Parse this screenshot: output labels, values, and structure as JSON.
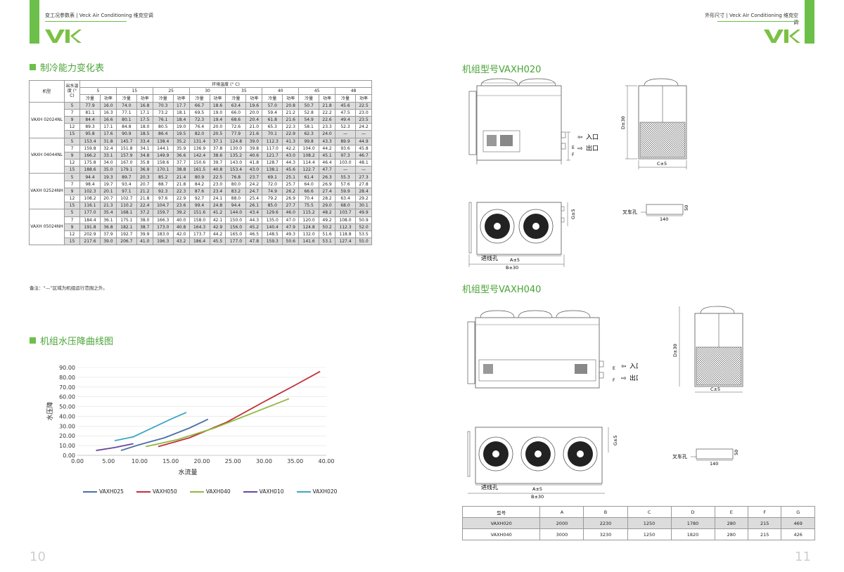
{
  "header_left": {
    "text": "变工况参数表 | Veck Air Conditioning 维克空调"
  },
  "header_right": {
    "text": "外形尺寸 | Veck Air Conditioning 维克空调"
  },
  "colors": {
    "accent": "#6cc04a",
    "title_green": "#4aa436"
  },
  "sections": {
    "cooling_title": "制冷能力变化表",
    "curve_title": "机组水压降曲线图",
    "model_020_title": "机组型号VAXH020",
    "model_040_title": "机组型号VAXH040"
  },
  "perf_table": {
    "col_model": "机型",
    "col_water": "出水温度 (° C)",
    "ambient_header": "环境温度 (° C)",
    "temps": [
      "5",
      "15",
      "25",
      "30",
      "35",
      "40",
      "45",
      "48"
    ],
    "sub_cool": "冷量",
    "sub_power": "功率",
    "groups": [
      {
        "model": "VAXH 02024NL",
        "rows": [
          [
            "5",
            "77.9",
            "16.0",
            "74.0",
            "16.8",
            "70.3",
            "17.7",
            "66.7",
            "18.6",
            "63.4",
            "19.6",
            "57.0",
            "20.8",
            "50.7",
            "21.8",
            "45.6",
            "22.5"
          ],
          [
            "7",
            "81.1",
            "16.3",
            "77.1",
            "17.1",
            "73.2",
            "18.1",
            "69.5",
            "19.0",
            "66.0",
            "20.0",
            "59.4",
            "21.2",
            "52.8",
            "22.2",
            "47.5",
            "23.0"
          ],
          [
            "9",
            "84.4",
            "16.6",
            "80.1",
            "17.5",
            "76.1",
            "18.4",
            "72.3",
            "19.4",
            "68.6",
            "20.4",
            "61.8",
            "21.6",
            "54.9",
            "22.6",
            "49.4",
            "23.5"
          ],
          [
            "12",
            "89.3",
            "17.1",
            "84.8",
            "18.0",
            "80.5",
            "19.0",
            "76.4",
            "20.0",
            "72.6",
            "21.0",
            "65.3",
            "22.3",
            "58.1",
            "23.3",
            "52.3",
            "24.2"
          ],
          [
            "15",
            "95.8",
            "17.6",
            "90.9",
            "18.5",
            "86.4",
            "19.5",
            "82.0",
            "20.5",
            "77.9",
            "21.6",
            "70.1",
            "22.9",
            "62.3",
            "24.0",
            "—",
            "—"
          ]
        ]
      },
      {
        "model": "VAXH 04044NL",
        "rows": [
          [
            "5",
            "153.4",
            "31.8",
            "145.7",
            "33.4",
            "138.4",
            "35.2",
            "131.4",
            "37.1",
            "124.8",
            "39.0",
            "112.3",
            "41.3",
            "99.8",
            "43.3",
            "89.9",
            "44.9"
          ],
          [
            "7",
            "159.8",
            "32.4",
            "151.8",
            "34.1",
            "144.1",
            "35.9",
            "136.9",
            "37.8",
            "130.0",
            "39.8",
            "117.0",
            "42.2",
            "104.0",
            "44.2",
            "93.6",
            "45.8"
          ],
          [
            "9",
            "166.2",
            "33.1",
            "157.9",
            "34.8",
            "149.9",
            "36.6",
            "142.4",
            "38.6",
            "135.2",
            "40.6",
            "121.7",
            "43.0",
            "108.2",
            "45.1",
            "97.3",
            "46.7"
          ],
          [
            "12",
            "175.8",
            "34.0",
            "167.0",
            "35.8",
            "158.6",
            "37.7",
            "150.6",
            "39.7",
            "143.0",
            "41.8",
            "128.7",
            "44.3",
            "114.4",
            "46.4",
            "103.0",
            "48.1"
          ],
          [
            "15",
            "188.6",
            "35.0",
            "179.1",
            "36.9",
            "170.1",
            "38.8",
            "161.5",
            "40.8",
            "153.4",
            "43.0",
            "138.1",
            "45.6",
            "122.7",
            "47.7",
            "—",
            "—"
          ]
        ]
      },
      {
        "model": "VAXH 02524NH",
        "rows": [
          [
            "5",
            "94.4",
            "19.3",
            "89.7",
            "20.3",
            "85.2",
            "21.4",
            "80.9",
            "22.5",
            "76.8",
            "23.7",
            "69.1",
            "25.1",
            "61.4",
            "26.3",
            "55.3",
            "27.3"
          ],
          [
            "7",
            "98.4",
            "19.7",
            "93.4",
            "20.7",
            "88.7",
            "21.8",
            "84.2",
            "23.0",
            "80.0",
            "24.2",
            "72.0",
            "25.7",
            "64.0",
            "26.9",
            "57.6",
            "27.8"
          ],
          [
            "9",
            "102.3",
            "20.1",
            "97.1",
            "21.2",
            "92.3",
            "22.3",
            "87.6",
            "23.4",
            "83.2",
            "24.7",
            "74.9",
            "26.2",
            "66.6",
            "27.4",
            "59.9",
            "28.4"
          ],
          [
            "12",
            "108.2",
            "20.7",
            "102.7",
            "21.8",
            "97.6",
            "22.9",
            "92.7",
            "24.1",
            "88.0",
            "25.4",
            "79.2",
            "26.9",
            "70.4",
            "28.2",
            "63.4",
            "29.2"
          ],
          [
            "15",
            "116.1",
            "21.3",
            "110.2",
            "22.4",
            "104.7",
            "23.6",
            "99.4",
            "24.8",
            "94.4",
            "26.1",
            "85.0",
            "27.7",
            "75.5",
            "29.0",
            "68.0",
            "30.1"
          ]
        ]
      },
      {
        "model": "VAXH 05024NH",
        "rows": [
          [
            "5",
            "177.0",
            "35.4",
            "168.1",
            "37.2",
            "159.7",
            "39.2",
            "151.6",
            "41.2",
            "144.0",
            "43.4",
            "129.6",
            "46.0",
            "115.2",
            "48.2",
            "103.7",
            "49.9"
          ],
          [
            "7",
            "184.4",
            "36.1",
            "175.1",
            "38.0",
            "166.3",
            "40.0",
            "158.0",
            "42.1",
            "150.0",
            "44.3",
            "135.0",
            "47.0",
            "120.0",
            "49.2",
            "108.0",
            "50.9"
          ],
          [
            "9",
            "191.8",
            "36.8",
            "182.1",
            "38.7",
            "173.0",
            "40.8",
            "164.3",
            "42.9",
            "156.0",
            "45.2",
            "140.4",
            "47.9",
            "124.8",
            "50.2",
            "112.3",
            "52.0"
          ],
          [
            "12",
            "202.9",
            "37.9",
            "192.7",
            "39.9",
            "183.0",
            "42.0",
            "173.7",
            "44.2",
            "165.0",
            "46.5",
            "148.5",
            "49.3",
            "132.0",
            "51.6",
            "118.8",
            "53.5"
          ],
          [
            "15",
            "217.6",
            "39.0",
            "206.7",
            "41.0",
            "196.3",
            "43.2",
            "186.4",
            "45.5",
            "177.0",
            "47.8",
            "159.3",
            "50.6",
            "141.6",
            "53.1",
            "127.4",
            "55.0"
          ]
        ]
      }
    ]
  },
  "note": "备注：“—”区域为机组运行范围之外。",
  "chart_data": {
    "type": "line",
    "xlabel": "水流量",
    "ylabel": "水压降",
    "xlim": [
      0,
      40
    ],
    "ylim": [
      0,
      90
    ],
    "xticks": [
      "0.00",
      "5.00",
      "10.00",
      "15.00",
      "20.00",
      "25.00",
      "30.00",
      "35.00",
      "40.00"
    ],
    "yticks": [
      "0.00",
      "10.00",
      "20.00",
      "30.00",
      "40.00",
      "50.00",
      "60.00",
      "70.00",
      "80.00",
      "90.00"
    ],
    "series": [
      {
        "name": "VAXH025",
        "color": "#4a6fa5",
        "x": [
          7.0,
          10.0,
          14.0,
          18.0,
          21.0
        ],
        "y": [
          5.0,
          11.0,
          18.0,
          28.0,
          37.0
        ]
      },
      {
        "name": "VAXH050",
        "color": "#c0303a",
        "x": [
          13.0,
          18.0,
          24.0,
          30.0,
          35.0,
          39.0
        ],
        "y": [
          9.0,
          18.0,
          34.0,
          55.0,
          72.0,
          86.0
        ]
      },
      {
        "name": "VAXH040",
        "color": "#8fb93c",
        "x": [
          11.0,
          16.0,
          22.0,
          28.0,
          34.0
        ],
        "y": [
          9.0,
          16.0,
          28.0,
          43.0,
          58.0
        ]
      },
      {
        "name": "VAXH010",
        "color": "#6a46a0",
        "x": [
          3.0,
          6.0,
          9.0
        ],
        "y": [
          5.0,
          8.0,
          12.0
        ]
      },
      {
        "name": "VAXH020",
        "color": "#3fa7c3",
        "x": [
          6.0,
          9.0,
          12.0,
          15.0,
          17.5
        ],
        "y": [
          15.0,
          19.0,
          28.0,
          37.0,
          44.0
        ]
      }
    ]
  },
  "drawings": {
    "inlet": "入口",
    "outlet": "出口",
    "wiring_hole": "进线孔",
    "forklift_hole": "叉车孔",
    "dim_a": "A±5",
    "dim_b": "B±30",
    "dim_c": "C±5",
    "dim_d": "D±30",
    "dim_e": "E",
    "dim_f": "F",
    "dim_g": "G±5",
    "dim_50": "50",
    "dim_140": "140"
  },
  "dims_table": {
    "headers": [
      "型号",
      "A",
      "B",
      "C",
      "D",
      "E",
      "F",
      "G"
    ],
    "rows": [
      [
        "VAXH020",
        "2000",
        "2230",
        "1250",
        "1780",
        "280",
        "215",
        "469"
      ],
      [
        "VAXH040",
        "3000",
        "3230",
        "1250",
        "1820",
        "280",
        "215",
        "426"
      ]
    ]
  },
  "page_numbers": {
    "left": "10",
    "right": "11"
  }
}
